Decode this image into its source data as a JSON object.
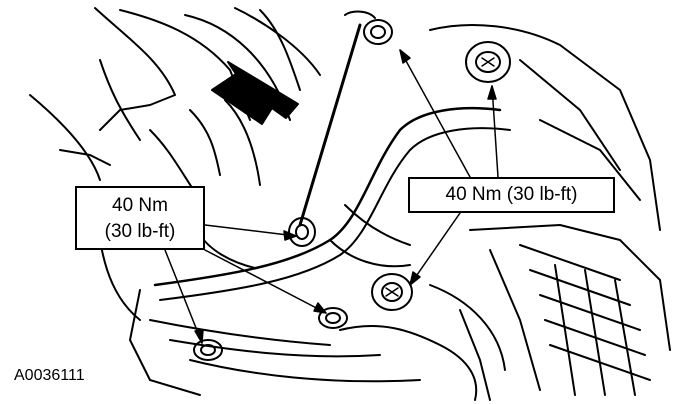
{
  "callouts": {
    "left": {
      "line1": "40 Nm",
      "line2": "(30 lb-ft)"
    },
    "right": {
      "text": "40 Nm (30 lb-ft)"
    }
  },
  "figure_id": "A0036111",
  "colors": {
    "ink": "#000000",
    "background": "#ffffff"
  },
  "icons": [
    "bolt-icon",
    "direction-arrow-icon"
  ]
}
